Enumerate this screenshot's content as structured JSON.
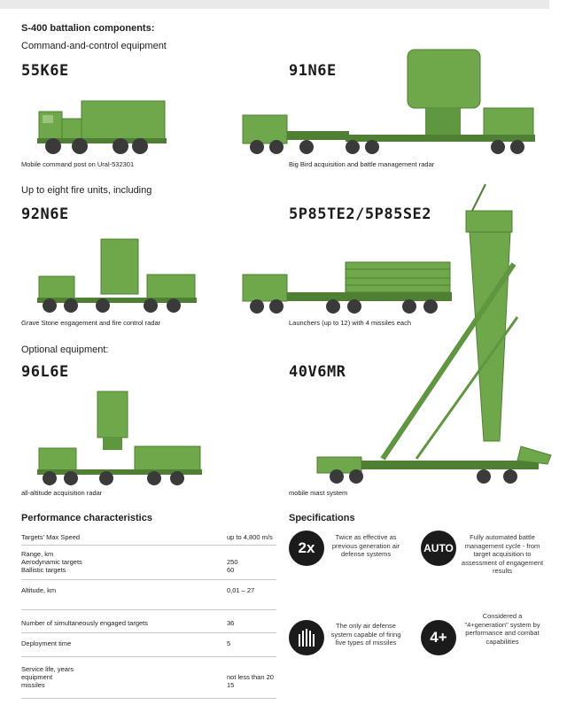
{
  "header": {
    "title": "S-400 battalion components:",
    "command_label": "Command-and-control equipment",
    "fire_units_label": "Up to eight fire units, including",
    "optional_label": "Optional equipment:"
  },
  "vehicles": [
    {
      "code": "55K6E",
      "caption": "Mobile command post on Ural-532301"
    },
    {
      "code": "91N6E",
      "caption": "Big Bird acquisition and battle management radar"
    },
    {
      "code": "92N6E",
      "caption": "Grave Stone engagement and fire control radar"
    },
    {
      "code": "5P85TE2/5P85SE2",
      "caption": "Launchers (up to 12) with 4 missiles each"
    },
    {
      "code": "96L6E",
      "caption": "all-altitude acquisition radar"
    },
    {
      "code": "40V6MR",
      "caption": "mobile mast system"
    }
  ],
  "performance": {
    "title": "Performance characteristics",
    "rows": [
      {
        "label": "Targets' Max Speed",
        "value": "up to 4,800 m/s"
      },
      {
        "label": "Range, km\nAerodynamic targets\nBallistic targets",
        "value": "\n250\n60"
      },
      {
        "label": "Altitude, km",
        "value": "0,01 – 27"
      },
      {
        "label": "Number of simultaneously engaged targets",
        "value": "36"
      },
      {
        "label": "Deployment time",
        "value": "5"
      },
      {
        "label": "Service life, years\nequipment\nmissiles",
        "value": "\nnot less than 20\n15"
      }
    ]
  },
  "specifications": {
    "title": "Specifications",
    "items": [
      {
        "badge": "2x",
        "icon": "",
        "text": "Twice as effective as previous generation air defense systems"
      },
      {
        "badge": "AUTO",
        "icon": "",
        "text": "Fully automated battle management cycle - from target acquisition to assessment of engagement results"
      },
      {
        "badge": "",
        "icon": "missile-bars-icon",
        "text": "The only air defense system capable of firing five types of missiles"
      },
      {
        "badge": "4+",
        "icon": "",
        "text": "Considered a \"4+generation\" system by performance and combat capabilities"
      }
    ]
  },
  "colors": {
    "vehicle_green": "#6fa84a",
    "vehicle_dark": "#4f7f33",
    "wheel": "#3a3a3a",
    "badge": "#1b1b1b"
  }
}
